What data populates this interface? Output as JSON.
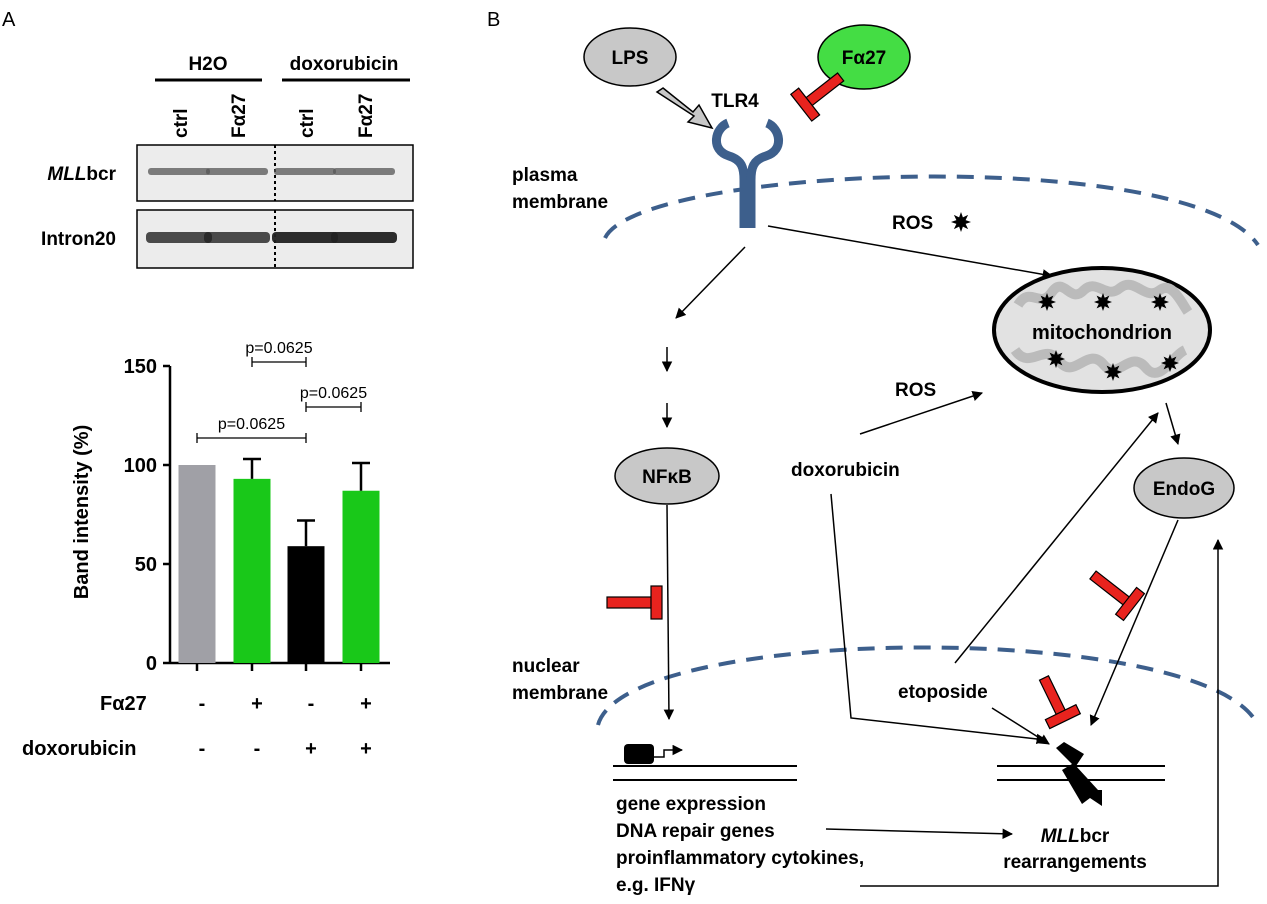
{
  "panelA": {
    "label": "A",
    "blot": {
      "group1": "H2O",
      "group2": "doxorubicin",
      "lanes": [
        "ctrl",
        "Fα27",
        "ctrl",
        "Fα27"
      ],
      "rows": [
        {
          "label_italic": "MLL",
          "label_rest": "bcr"
        },
        {
          "label_italic": "",
          "label_rest": "Intron20"
        }
      ]
    },
    "chart_data": {
      "type": "bar",
      "ylabel": "Band intensity (%)",
      "ylim": [
        0,
        150
      ],
      "yticks": [
        "0",
        "50",
        "100",
        "150"
      ],
      "series": [
        {
          "values": [
            100,
            93,
            59,
            87
          ],
          "errors": [
            0,
            10,
            13,
            14
          ]
        }
      ],
      "bar_colors": [
        "#a0a0a6",
        "#19c819",
        "#000000",
        "#19c819"
      ],
      "significance": [
        {
          "label": "p=0.0625",
          "from": 1,
          "to": 2
        },
        {
          "label": "p=0.0625",
          "from": 2,
          "to": 3
        },
        {
          "label": "p=0.0625",
          "from": 0,
          "to": 2
        }
      ],
      "conditions": [
        {
          "name": "Fα27",
          "values": [
            "-",
            "+",
            "-",
            "+"
          ]
        },
        {
          "name": "doxorubicin",
          "values": [
            "-",
            "-",
            "+",
            "+"
          ]
        }
      ]
    }
  },
  "panelB": {
    "label": "B",
    "nodes": {
      "lps": "LPS",
      "fa27": "Fα27",
      "tlr4": "TLR4",
      "ros_top": "ROS",
      "ros_mid": "ROS",
      "mitochondrion": "mitochondrion",
      "nfkb": "NFκB",
      "doxorubicin": "doxorubicin",
      "endog": "EndoG",
      "etoposide": "etoposide"
    },
    "labels": {
      "plasma_line1": "plasma",
      "plasma_line2": "membrane",
      "nuclear_line1": "nuclear",
      "nuclear_line2": "membrane",
      "gene_lines": [
        "gene expression",
        "DNA repair genes",
        "proinflammatory cytokines,",
        "e.g. IFNγ"
      ],
      "mll_italic": "MLL",
      "mll_rest": "bcr",
      "rearrangements": "rearrangements"
    },
    "colors": {
      "lps_fill": "#c8c8c8",
      "fa27_fill": "#44dd44",
      "receptor": "#3d5f8c",
      "membrane": "#3d5f8c",
      "inhibitor": "#e8231e",
      "node_fill": "#c8c8c8"
    }
  }
}
